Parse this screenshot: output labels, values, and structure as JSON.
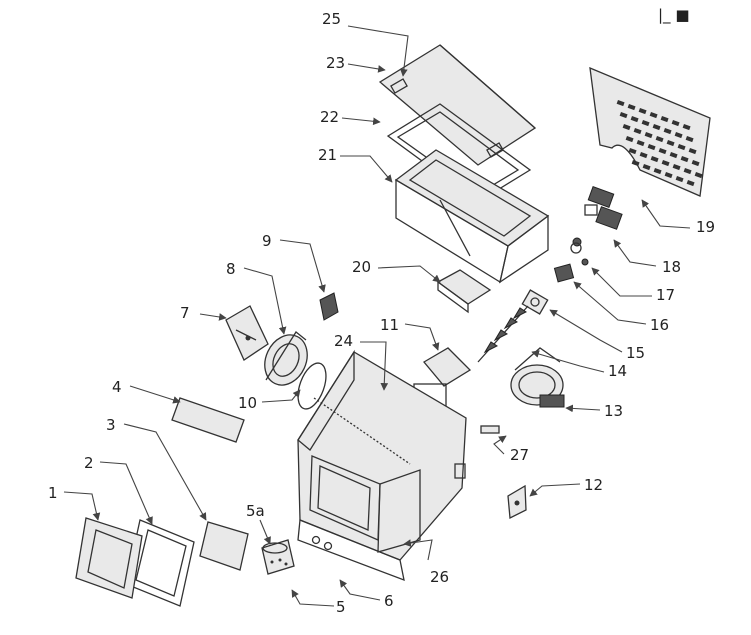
{
  "diagram": {
    "corner_marks": "|_ ■",
    "labels": {
      "l1": "1",
      "l2": "2",
      "l3": "3",
      "l4": "4",
      "l5": "5",
      "l5a": "5a",
      "l6": "6",
      "l7": "7",
      "l8": "8",
      "l9": "9",
      "l10": "10",
      "l11": "11",
      "l12": "12",
      "l13": "13",
      "l14": "14",
      "l15": "15",
      "l16": "16",
      "l17": "17",
      "l18": "18",
      "l19": "19",
      "l20": "20",
      "l21": "21",
      "l22": "22",
      "l23": "23",
      "l24": "24",
      "l25": "25",
      "l26": "26",
      "l27": "27"
    }
  }
}
